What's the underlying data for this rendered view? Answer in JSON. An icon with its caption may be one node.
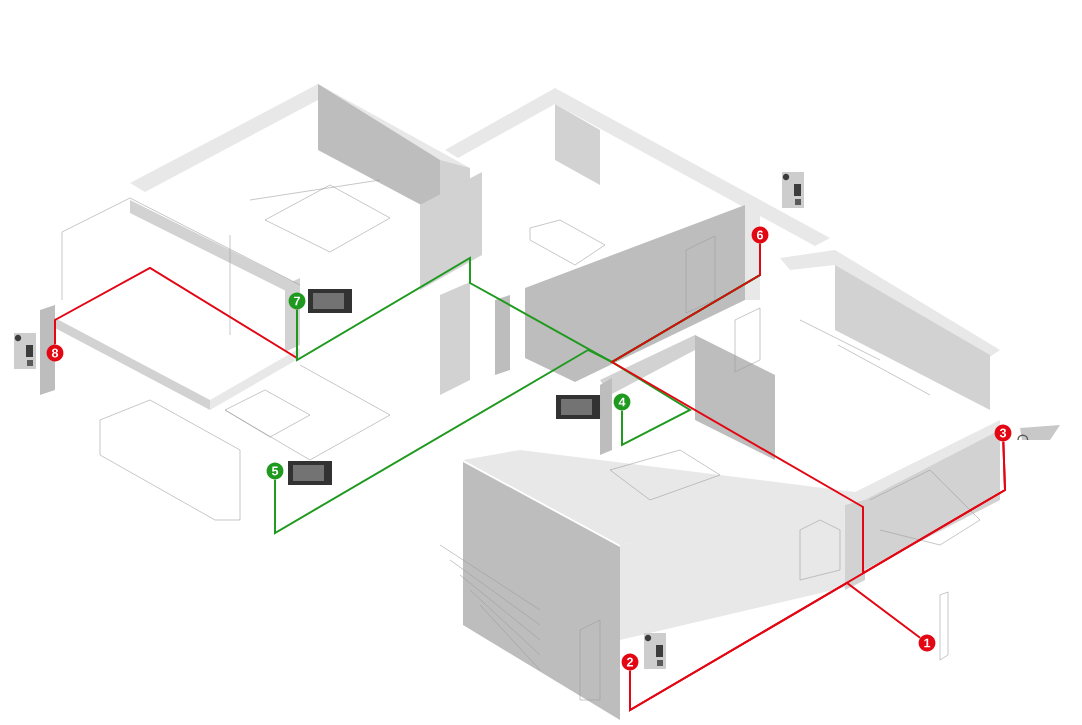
{
  "diagram": {
    "nodes": [
      {
        "text": [
          "1"
        ]
      },
      {
        "text": [
          "2"
        ]
      },
      {
        "text": [
          "3"
        ]
      },
      {
        "text": [
          "4"
        ]
      },
      {
        "text": [
          "5"
        ]
      },
      {
        "text": [
          "6"
        ]
      },
      {
        "text": [
          "7"
        ]
      },
      {
        "text": [
          "8"
        ]
      }
    ],
    "edges": [
      {
        "from": 7,
        "to": 6,
        "arrow": "none"
      },
      {
        "from": 6,
        "to": 5,
        "arrow": "none",
        "color": "#1f9a1f"
      },
      {
        "from": 4,
        "to": 5,
        "arrow": "none",
        "color": "#1f9a1f"
      },
      {
        "from": 3,
        "to": 5,
        "arrow": "none",
        "color": "#1f9a1f"
      },
      {
        "from": 1,
        "to": 2,
        "arrow": "none"
      },
      {
        "from": 0,
        "to": 1,
        "arrow": "none"
      },
      {
        "from": 2,
        "to": 5,
        "arrow": "none"
      }
    ]
  }
}
